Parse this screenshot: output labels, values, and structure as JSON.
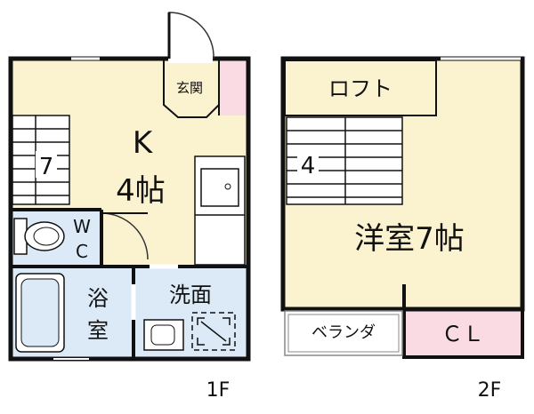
{
  "floor1": {
    "label": "1F",
    "kitchen": {
      "letter": "K",
      "size": "4帖"
    },
    "genkan": "玄関",
    "wc": {
      "line1": "W",
      "line2": "C"
    },
    "bath": {
      "line1": "浴",
      "line2": "室"
    },
    "washroom": "洗面",
    "stair_mark": "7"
  },
  "floor2": {
    "label": "2F",
    "loft": "ロフト",
    "western_room": "洋室7帖",
    "veranda": "ベランダ",
    "closet": "ＣＬ",
    "stair_mark": "4"
  },
  "colors": {
    "floor_cream": "#fbf3d0",
    "wet_area_blue": "#dceaf7",
    "closet_pink": "#fadbe3",
    "wall": "#111111"
  }
}
